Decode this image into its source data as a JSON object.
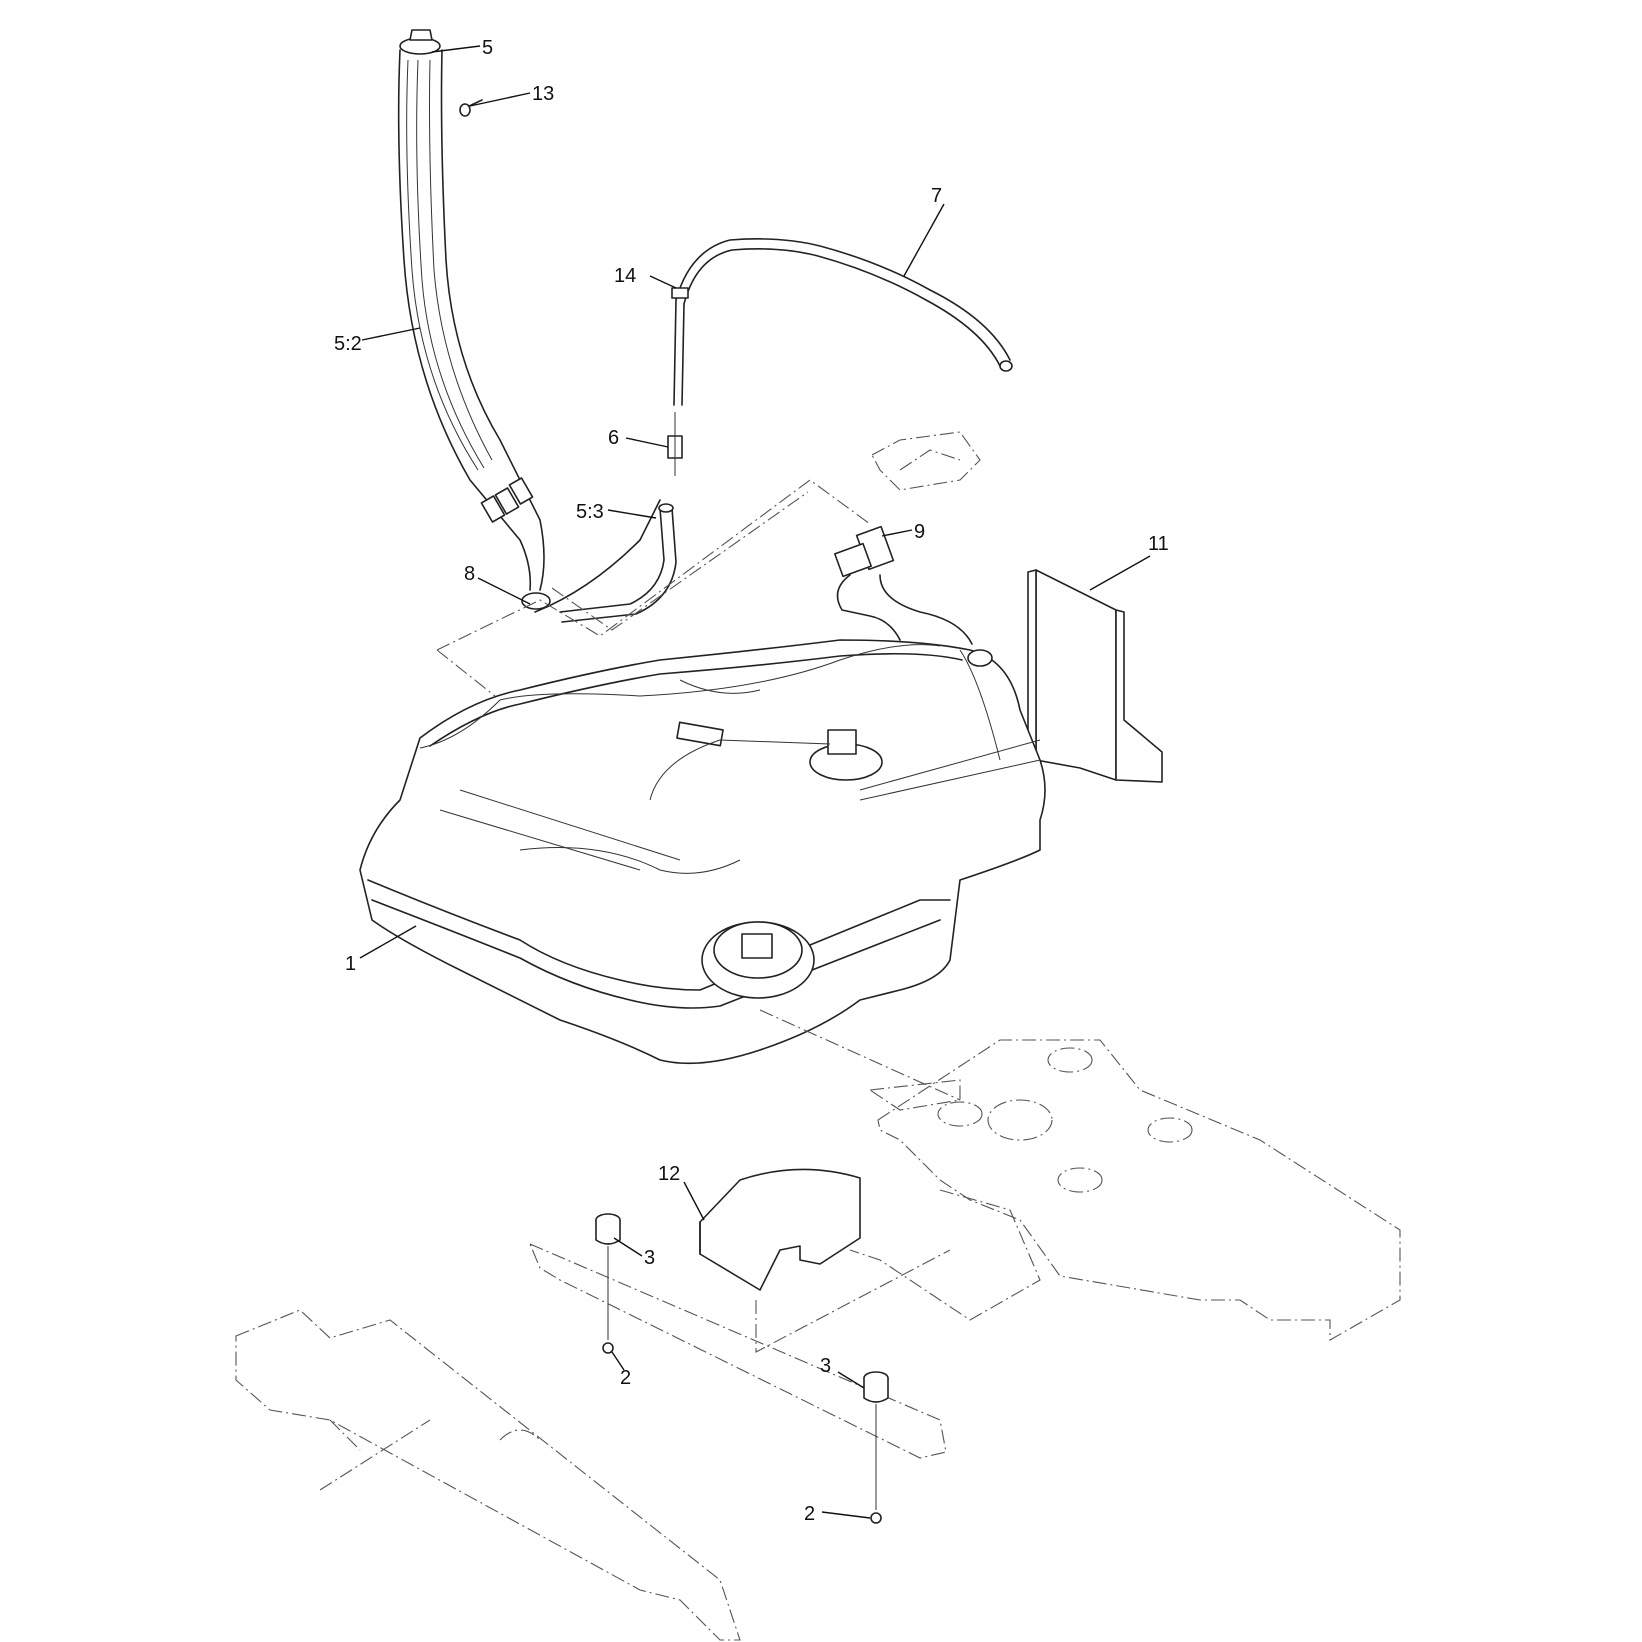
{
  "callouts": [
    {
      "id": "c-5",
      "text": "5"
    },
    {
      "id": "c-13",
      "text": "13"
    },
    {
      "id": "c-7",
      "text": "7"
    },
    {
      "id": "c-14",
      "text": "14"
    },
    {
      "id": "c-5-2",
      "text": "5:2"
    },
    {
      "id": "c-6",
      "text": "6"
    },
    {
      "id": "c-5-3",
      "text": "5:3"
    },
    {
      "id": "c-9",
      "text": "9"
    },
    {
      "id": "c-11",
      "text": "11"
    },
    {
      "id": "c-8",
      "text": "8"
    },
    {
      "id": "c-1",
      "text": "1"
    },
    {
      "id": "c-12",
      "text": "12"
    },
    {
      "id": "c-3a",
      "text": "3"
    },
    {
      "id": "c-2a",
      "text": "2"
    },
    {
      "id": "c-3b",
      "text": "3"
    },
    {
      "id": "c-2b",
      "text": "2"
    }
  ]
}
